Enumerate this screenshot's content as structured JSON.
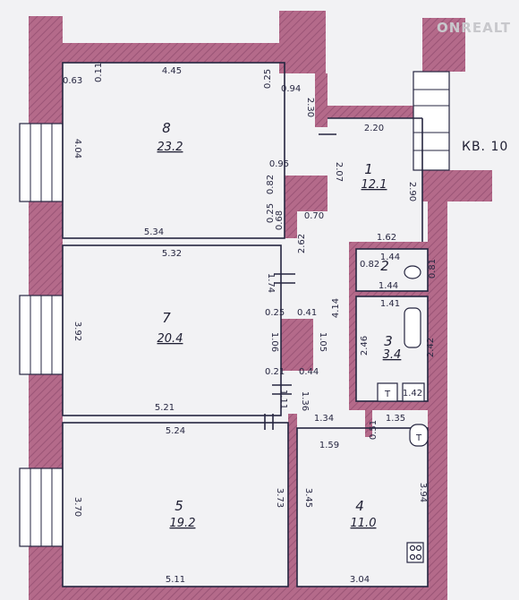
{
  "apartment_label": "КВ. 10",
  "watermark": "ONREALT",
  "colors": {
    "wall": "#b46a8a",
    "wall_dark": "#8c4a6a",
    "paper": "#f2f2f4",
    "ink": "#1e1e32"
  },
  "rooms": [
    {
      "number": "8",
      "area": "23.2"
    },
    {
      "number": "1",
      "area": "12.1"
    },
    {
      "number": "2",
      "area": ""
    },
    {
      "number": "7",
      "area": "20.4"
    },
    {
      "number": "3",
      "area": "3.4"
    },
    {
      "number": "5",
      "area": "19.2"
    },
    {
      "number": "4",
      "area": "11.0"
    }
  ],
  "dimensions": {
    "r8_top": "4.45",
    "r8_left": "4.04",
    "r8_bottom": "5.34",
    "r8_w1": "0.63",
    "r8_w2": "0.11",
    "r8_w3": "0.25",
    "r8_w4": "0.94",
    "r8_w5": "2.30",
    "r8_w6": "0.95",
    "r8_w7": "0.82",
    "r8_w8": "0.25",
    "r8_w9": "0.68",
    "r8_w10": "0.70",
    "r1_top": "2.20",
    "r1_left": "2.07",
    "r1_right": "2.90",
    "r1_bottom": "1.62",
    "r2_top": "1.44",
    "r2_left": "0.82",
    "r2_bottom": "1.44",
    "r2_right": "0.81",
    "r7_top": "5.32",
    "r7_left": "3.92",
    "r7_bottom": "5.21",
    "r7_d1": "2.62",
    "r7_d2": "1.74",
    "r7_d3": "0.25",
    "r7_d4": "0.41",
    "r7_d5": "1.06",
    "r7_d6": "1.05",
    "r7_d7": "0.21",
    "r7_d8": "0.44",
    "r7_d9": "4.14",
    "r3_top": "1.41",
    "r3_left": "2.46",
    "r3_right": "2.42",
    "r3_bottom": "1.42",
    "c_d1": "1.11",
    "c_d2": "1.36",
    "c_d3": "1.34",
    "c_d4": "0.51",
    "c_d5": "1.35",
    "c_d6": "1.59",
    "r5_top": "5.24",
    "r5_left": "3.70",
    "r5_right": "3.73",
    "r5_bottom": "5.11",
    "r4_left": "3.45",
    "r4_right": "3.94",
    "r4_bottom": "3.04",
    "t1": "T",
    "t2": "T"
  }
}
